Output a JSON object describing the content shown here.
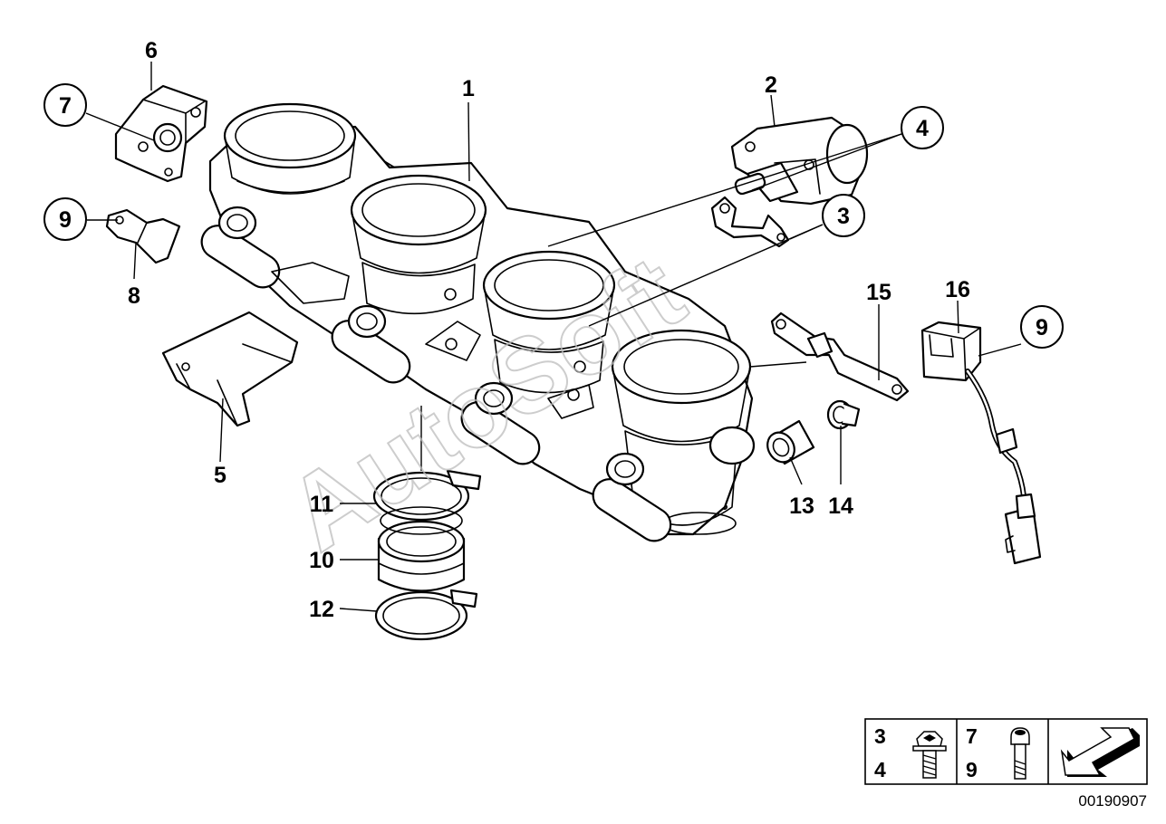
{
  "callouts": {
    "c1": "1",
    "c2": "2",
    "c3": "3",
    "c4": "4",
    "c5": "5",
    "c6": "6",
    "c7": "7",
    "c8": "8",
    "c9a": "9",
    "c9b": "9",
    "c10": "10",
    "c11": "11",
    "c12": "12",
    "c13": "13",
    "c14": "14",
    "c15": "15",
    "c16": "16"
  },
  "watermark": "AutoSoft",
  "legend": {
    "cell1_top": "3",
    "cell1_bottom": "4",
    "cell2_top": "7",
    "cell2_bottom": "9"
  },
  "diagram_code": "00190907"
}
